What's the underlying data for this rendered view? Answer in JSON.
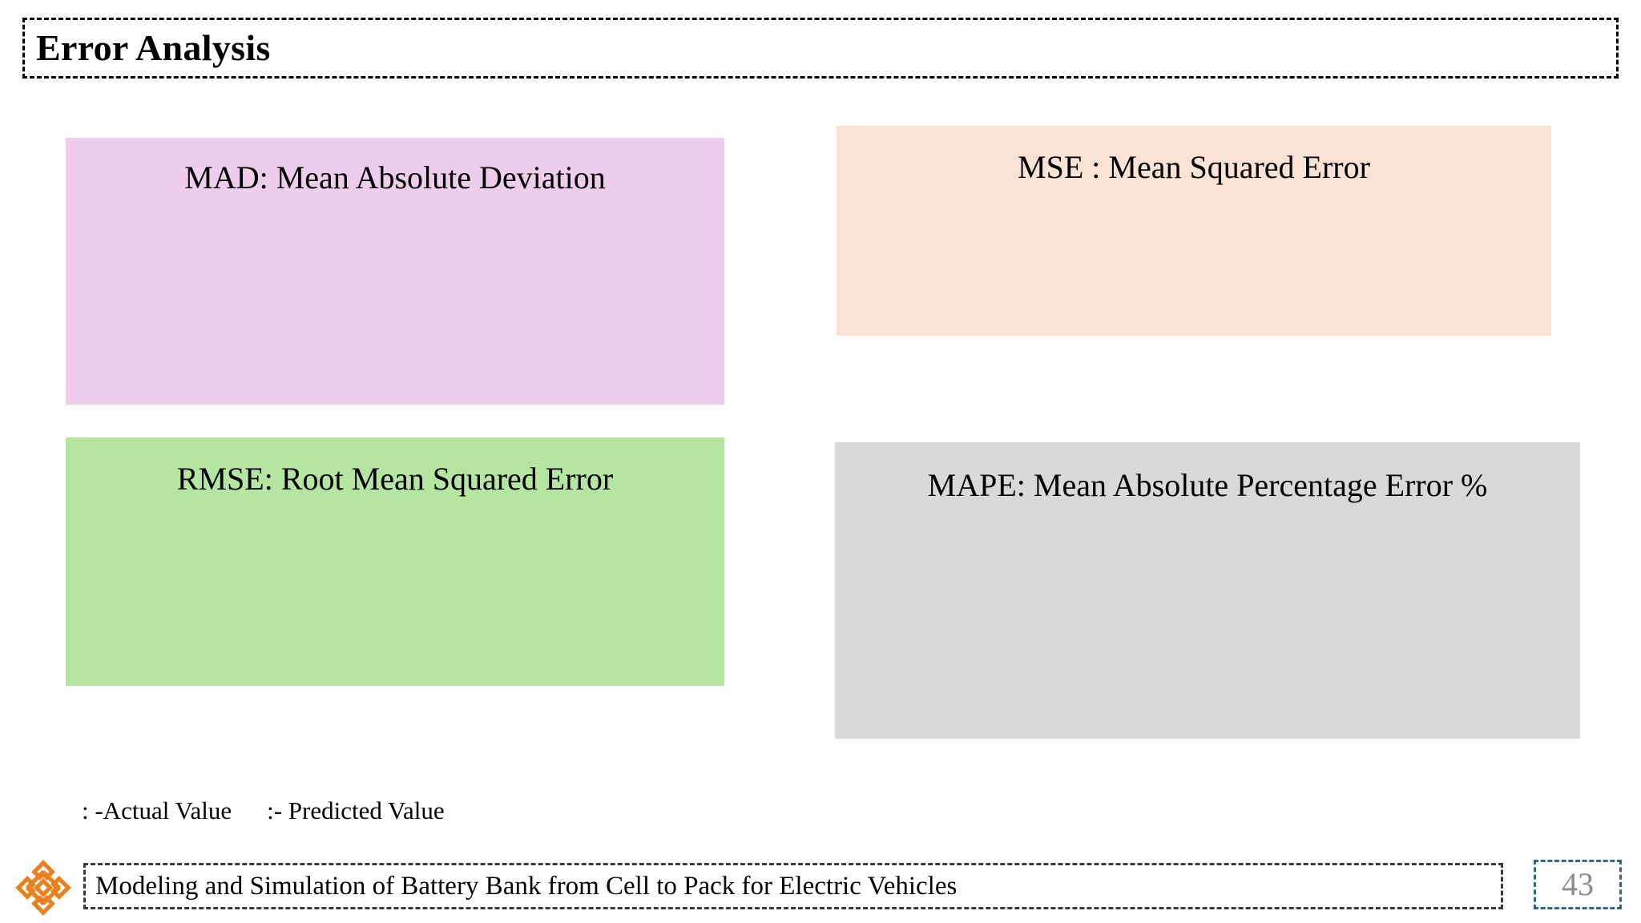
{
  "slide": {
    "title": "Error Analysis",
    "page_number": "43",
    "footer_title": "Modeling and Simulation of Battery Bank from Cell to Pack for Electric Vehicles"
  },
  "metrics": [
    {
      "key": "mad",
      "abbr": "MAD",
      "label": "MAD: Mean Absolute Deviation",
      "color": "#EFCDEC"
    },
    {
      "key": "mse",
      "abbr": "MSE",
      "label": "MSE : Mean Squared Error",
      "color": "#FAE3D4"
    },
    {
      "key": "rmse",
      "abbr": "RMSE",
      "label": "RMSE: Root Mean Squared Error",
      "color": "#B4E6A2"
    },
    {
      "key": "mape",
      "abbr": "MAPE",
      "label": "MAPE: Mean Absolute Percentage Error %",
      "color": "#D9D9D9"
    }
  ],
  "legend": {
    "actual": ": -Actual Value",
    "predicted": ":- Predicted Value"
  },
  "colors": {
    "title_border": "#000000",
    "footer_border": "#3a3a3a",
    "pagenum_border": "#2E6A86",
    "pagenum_text": "#8C8C8C",
    "logo_orange": "#E8821E"
  },
  "icons": {
    "logo": "endless-knot-diamond-logo"
  }
}
